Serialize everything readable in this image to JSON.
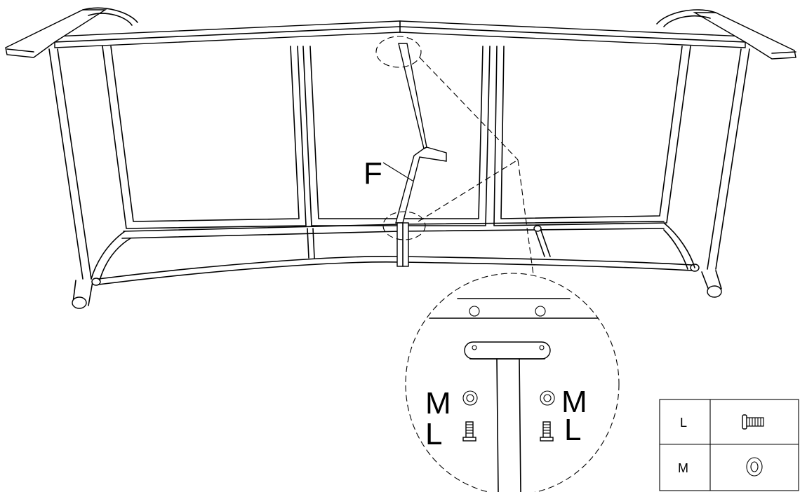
{
  "callouts": {
    "part_f": "F",
    "left_washer": "M",
    "left_bolt": "L",
    "right_washer": "M",
    "right_bolt": "L"
  },
  "legend": {
    "rows": [
      {
        "label": "L",
        "icon": "bolt-icon"
      },
      {
        "label": "M",
        "icon": "washer-icon"
      }
    ]
  }
}
